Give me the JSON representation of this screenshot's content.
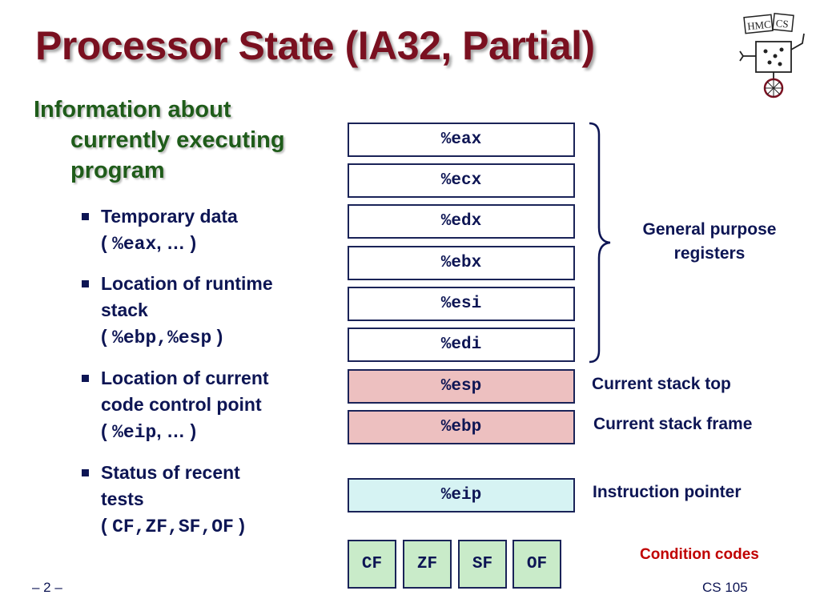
{
  "title": "Processor State (IA32, Partial)",
  "heading": {
    "line1": "Information about",
    "line2": "currently executing",
    "line3": "program"
  },
  "bullets": [
    {
      "text": "Temporary data",
      "code_open": "( ",
      "code": "%eax",
      "code_close": ", … )"
    },
    {
      "text1": "Location of runtime",
      "text2": "stack",
      "code_open": "( ",
      "code": "%ebp,%esp",
      "code_close": " )"
    },
    {
      "text1": "Location of current",
      "text2": "code control point",
      "code_open": "( ",
      "code": "%eip",
      "code_close": ", … )"
    },
    {
      "text1": "Status of recent",
      "text2": "tests",
      "code_open": "( ",
      "code": "CF,ZF,SF,OF",
      "code_close": " )"
    }
  ],
  "registers": {
    "general": [
      "%eax",
      "%ecx",
      "%edx",
      "%ebx",
      "%esi",
      "%edi"
    ],
    "esp": "%esp",
    "ebp": "%ebp",
    "eip": "%eip"
  },
  "flags": [
    "CF",
    "ZF",
    "SF",
    "OF"
  ],
  "labels": {
    "general_purpose": "General purpose registers",
    "stack_top": "Current stack top",
    "stack_frame": "Current stack frame",
    "instruction_pointer": "Instruction pointer",
    "condition_codes": "Condition codes"
  },
  "footer": {
    "page": "– 2 –",
    "course": "CS 105"
  },
  "logo": {
    "text_left": "HMC",
    "text_right": "CS"
  },
  "colors": {
    "title": "#7a1020",
    "heading": "#1f5c1a",
    "body": "#0d1554",
    "stack_registers": "#edc0c0",
    "instruction_pointer": "#d6f3f3",
    "flags": "#c9ebc9",
    "condition_codes_label": "#c00000"
  }
}
